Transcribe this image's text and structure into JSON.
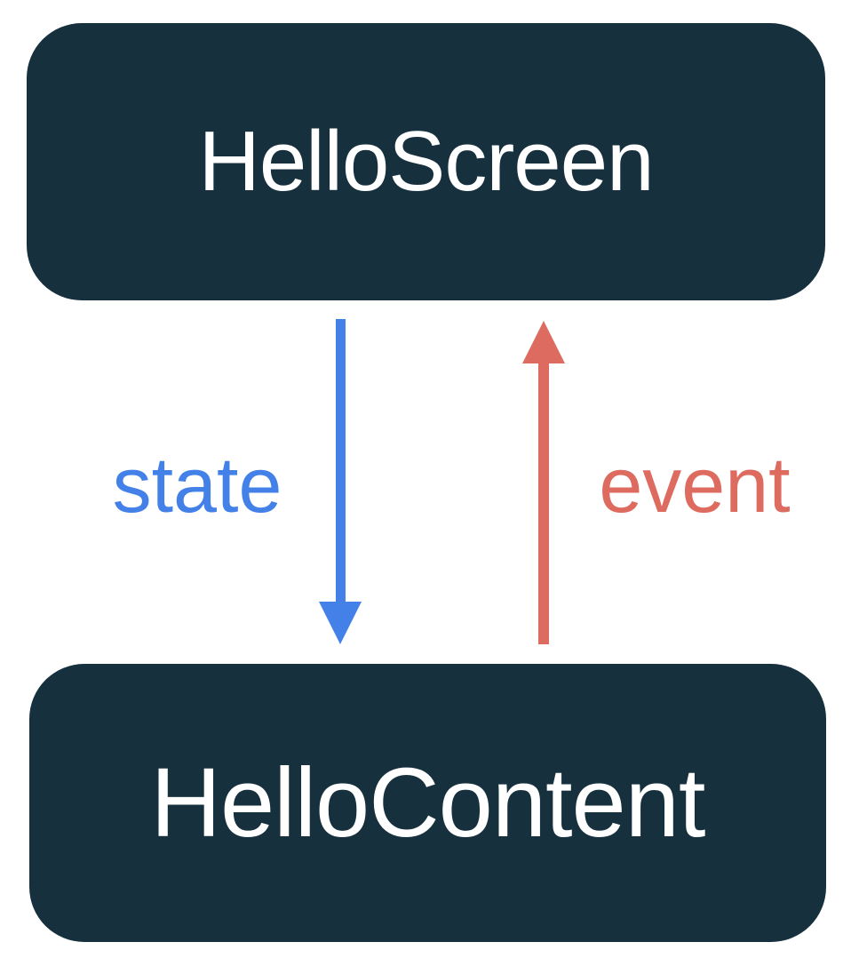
{
  "diagram": {
    "nodes": [
      {
        "id": "hello-screen",
        "label": "HelloScreen"
      },
      {
        "id": "hello-content",
        "label": "HelloContent"
      }
    ],
    "edges": [
      {
        "label": "state",
        "from": "HelloScreen",
        "to": "HelloContent",
        "direction": "down",
        "color": "#4381e8"
      },
      {
        "label": "event",
        "from": "HelloContent",
        "to": "HelloScreen",
        "direction": "up",
        "color": "#dd6b5f"
      }
    ]
  },
  "colors": {
    "background": "#ffffff",
    "box_bg": "#16303e",
    "box_text": "#ffffff",
    "state_arrow": "#4381e8",
    "event_arrow": "#dd6b5f"
  }
}
